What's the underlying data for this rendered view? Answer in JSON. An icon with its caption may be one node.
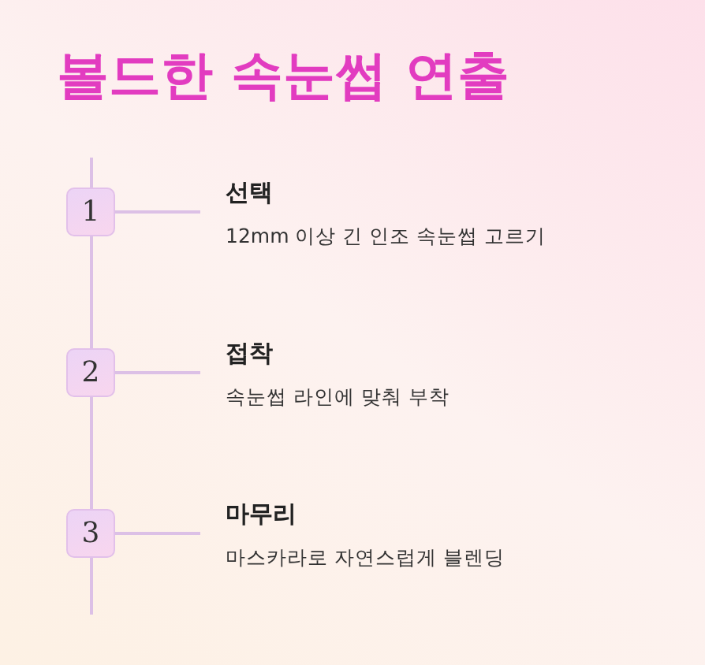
{
  "diagram": {
    "title": "볼드한 속눈썹 연출",
    "nodes": [
      {
        "text": [
          "1"
        ]
      },
      {
        "text": [
          "선택",
          "12mm 이상 긴 인조 속눈썹 고르기"
        ]
      },
      {
        "text": [
          "2"
        ]
      },
      {
        "text": [
          "접착",
          "속눈썹 라인에 맞춰 부착"
        ]
      },
      {
        "text": [
          "3"
        ]
      },
      {
        "text": [
          "마무리",
          "마스카라로 자연스럽게 블렌딩"
        ]
      }
    ],
    "edges": [
      {
        "from": 0,
        "to": 1,
        "arrow": "none"
      },
      {
        "from": 0,
        "to": 2,
        "arrow": "none"
      },
      {
        "from": 2,
        "to": 3,
        "arrow": "none"
      },
      {
        "from": 2,
        "to": 4,
        "arrow": "none"
      },
      {
        "from": 4,
        "to": 5,
        "arrow": "none"
      }
    ]
  }
}
